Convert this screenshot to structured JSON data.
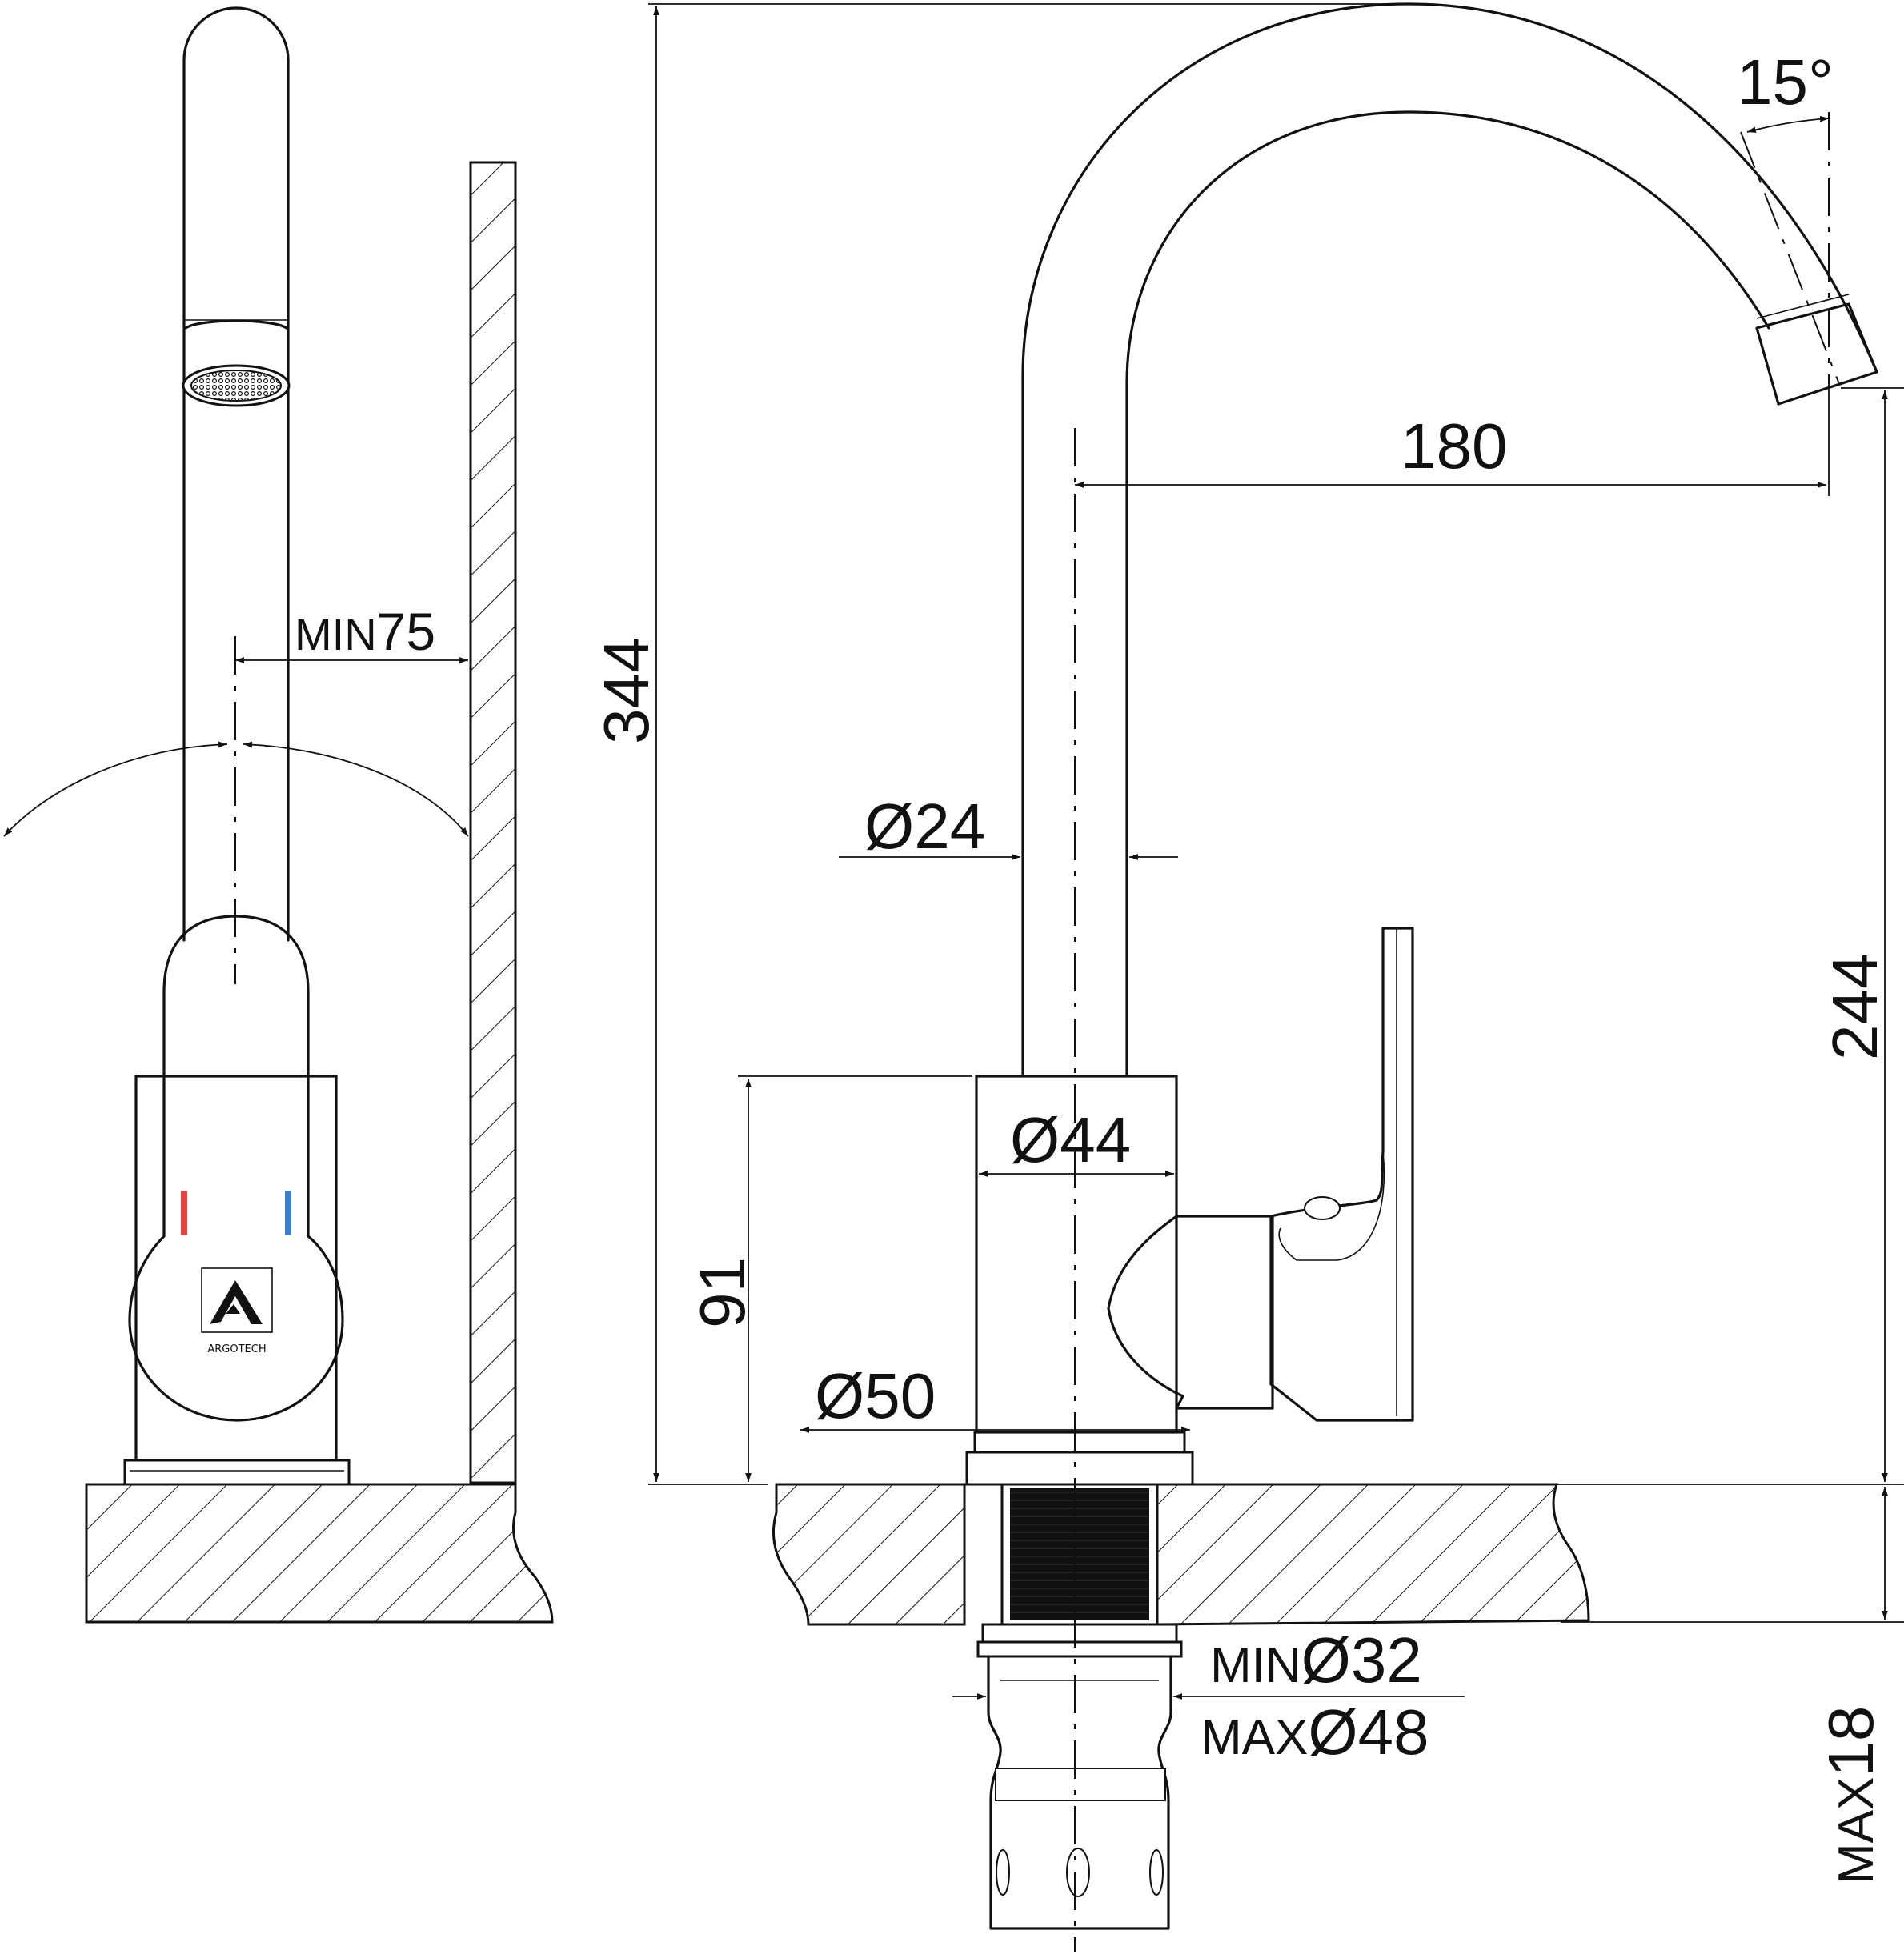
{
  "dimensions": {
    "min_wall_clearance": {
      "prefix": "MIN",
      "value": "75"
    },
    "total_height": "344",
    "spout_reach": "180",
    "spout_angle": "15°",
    "spout_diameter": "Ø24",
    "body_diameter": "Ø44",
    "body_height": "91",
    "base_diameter": "Ø50",
    "spout_outlet_height": "244",
    "hole_min": {
      "prefix": "MIN",
      "value": "Ø32"
    },
    "hole_max": {
      "prefix": "MAX",
      "value": "Ø48"
    },
    "max_counter_thickness": {
      "prefix": "MAX",
      "value": "18"
    }
  },
  "logo": {
    "brand": "ARGOTECH"
  },
  "colors": {
    "hot_indicator": "#e8403a",
    "cold_indicator": "#3a7fd0",
    "line": "#111111"
  }
}
